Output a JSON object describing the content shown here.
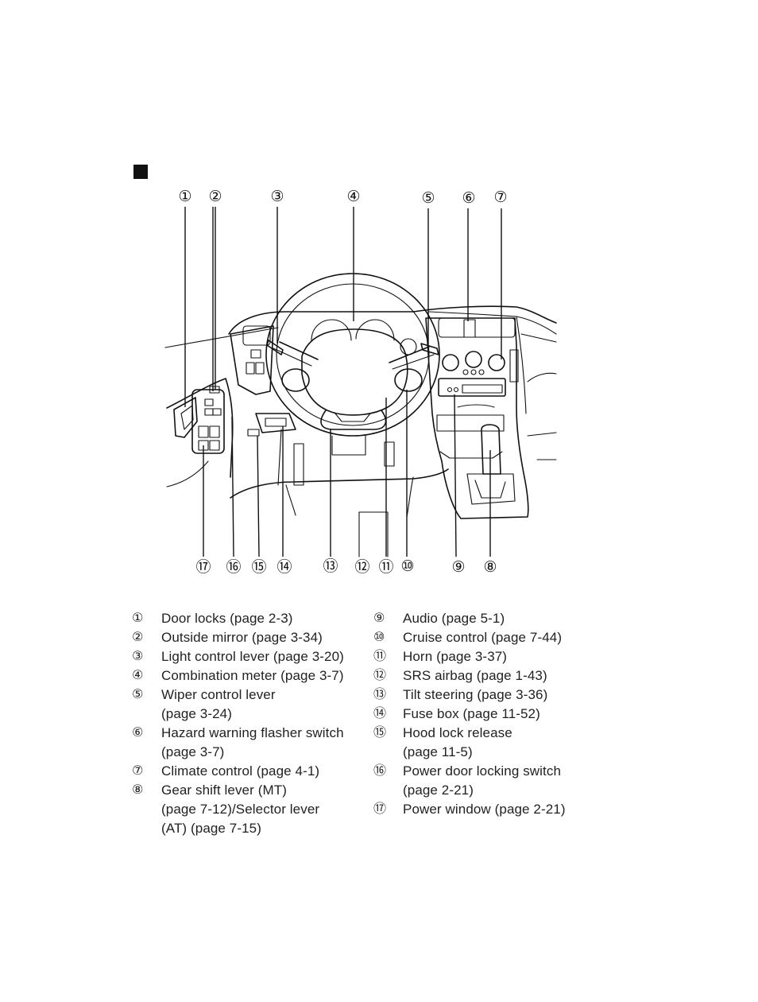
{
  "callouts_top": [
    "①",
    "②",
    "③",
    "④",
    "⑤",
    "⑥",
    "⑦"
  ],
  "callouts_bottom": [
    "⑰",
    "⑯",
    "⑮",
    "⑭",
    "⑬",
    "⑫",
    "⑪",
    "⑩",
    "⑨",
    "⑧"
  ],
  "legend_left": [
    {
      "num": "①",
      "text": "Door locks (page 2-3)"
    },
    {
      "num": "②",
      "text": "Outside mirror (page 3-34)"
    },
    {
      "num": "③",
      "text": "Light control lever (page 3-20)"
    },
    {
      "num": "④",
      "text": "Combination meter (page 3-7)"
    },
    {
      "num": "⑤",
      "text": "Wiper control lever\n(page 3-24)"
    },
    {
      "num": "⑥",
      "text": "Hazard warning flasher switch\n(page 3-7)"
    },
    {
      "num": "⑦",
      "text": "Climate control (page 4-1)"
    },
    {
      "num": "⑧",
      "text": "Gear shift lever (MT)\n(page 7-12)/Selector lever\n(AT) (page 7-15)"
    }
  ],
  "legend_right": [
    {
      "num": "⑨",
      "text": "Audio (page 5-1)"
    },
    {
      "num": "⑩",
      "text": "Cruise control (page 7-44)"
    },
    {
      "num": "⑪",
      "text": "Horn (page 3-37)"
    },
    {
      "num": "⑫",
      "text": "SRS airbag (page 1-43)"
    },
    {
      "num": "⑬",
      "text": "Tilt steering (page 3-36)"
    },
    {
      "num": "⑭",
      "text": "Fuse box (page 11-52)"
    },
    {
      "num": "⑮",
      "text": "Hood lock release\n(page 11-5)"
    },
    {
      "num": "⑯",
      "text": "Power door locking switch\n(page 2-21)"
    },
    {
      "num": "⑰",
      "text": "Power window (page 2-21)"
    }
  ]
}
